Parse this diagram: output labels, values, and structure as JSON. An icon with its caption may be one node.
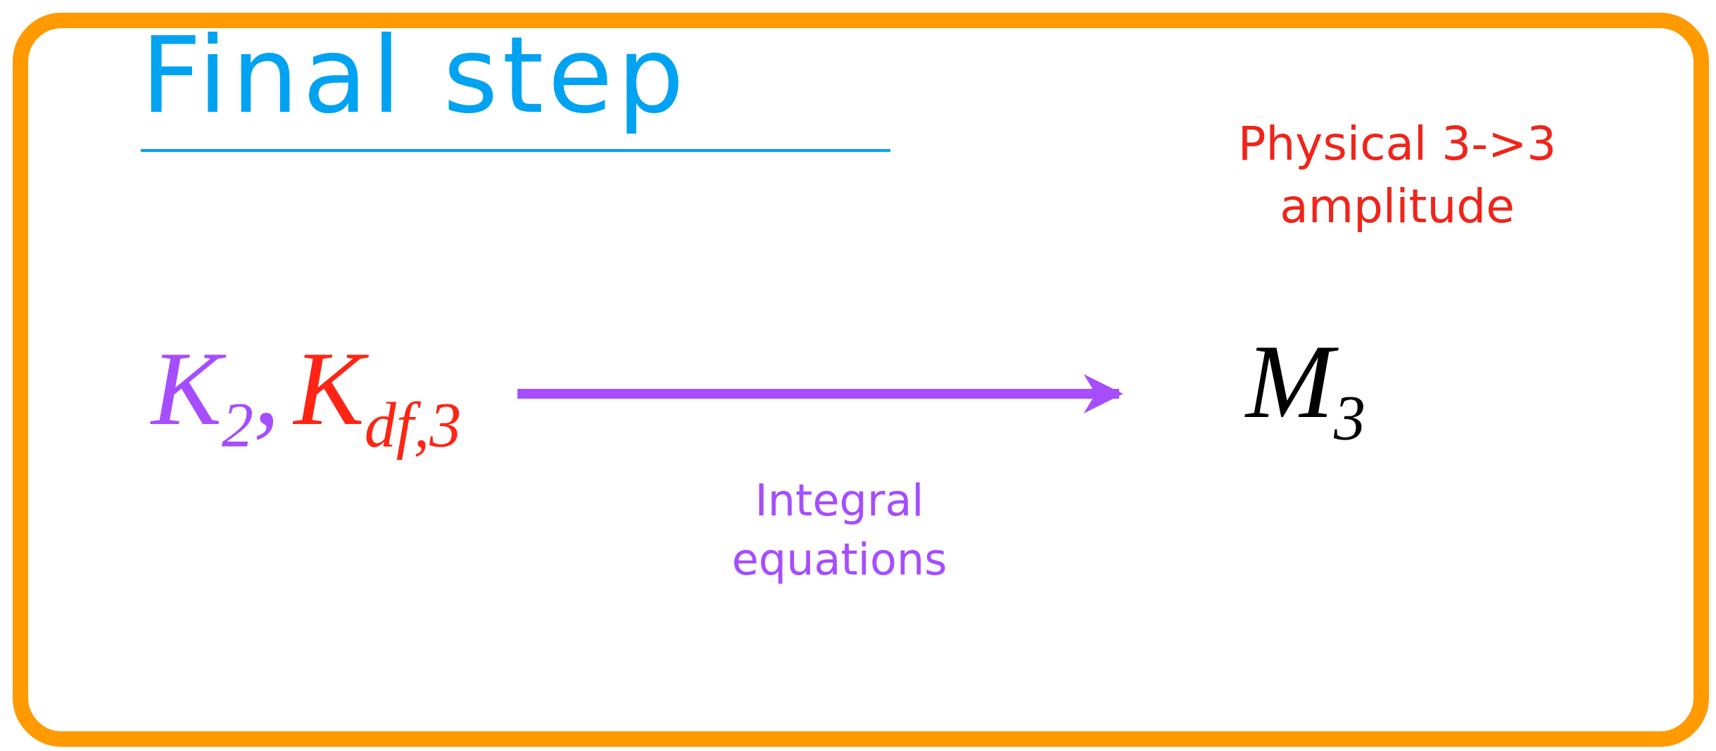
{
  "diagram": {
    "title": "Final step",
    "nodes": [
      {
        "text": [
          "K$_{2}$,",
          "K$_{df,3}$"
        ]
      },
      {
        "text": [
          "M$_{3}$"
        ],
        "beside": [
          "Physical 3->3 amplitude"
        ]
      }
    ],
    "edges": [
      {
        "from": 0,
        "to": 1,
        "arrow": "to",
        "label": "Integral equations"
      }
    ]
  }
}
